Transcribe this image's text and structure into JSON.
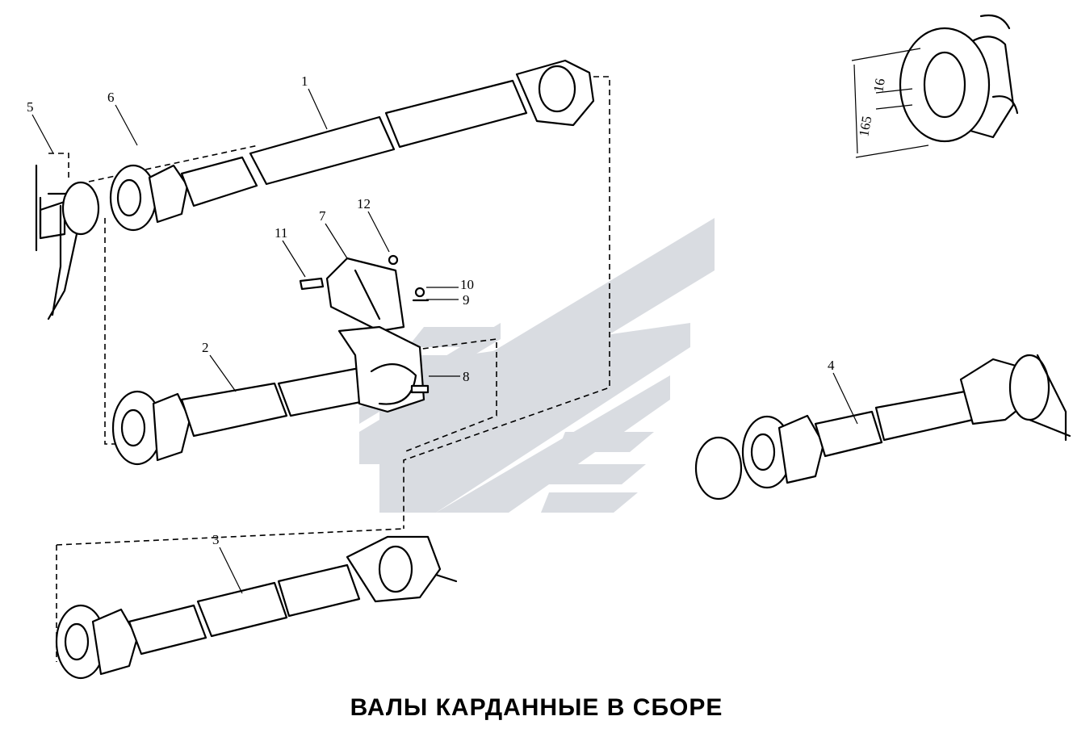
{
  "title": "ВАЛЫ КАРДАННЫЕ В СБОРЕ",
  "callouts": [
    "1",
    "2",
    "3",
    "4",
    "5",
    "6",
    "7",
    "8",
    "9",
    "10",
    "11",
    "12"
  ],
  "dimensions": {
    "outer": "165",
    "bolt": "16"
  },
  "colors": {
    "ink": "#000000",
    "watermark": "#d9dce1",
    "background": "#ffffff"
  }
}
